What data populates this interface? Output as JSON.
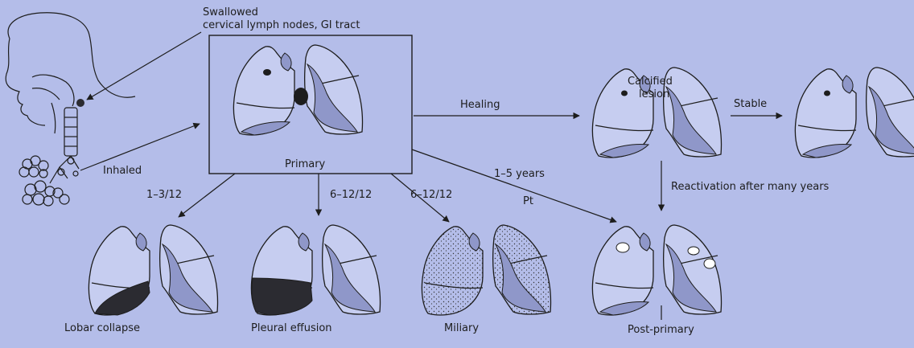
{
  "colors": {
    "background": "#b4bde9",
    "lung_fill": "#c6cdf0",
    "shading": "#8f97c9",
    "dark": "#2b2b31",
    "ink": "#1d1d1d"
  },
  "labels": {
    "swallowed_line1": "Swallowed",
    "swallowed_line2": "cervical lymph nodes, GI tract",
    "inhaled": "Inhaled",
    "primary": "Primary",
    "healing": "Healing",
    "calcified_line1": "Calcified",
    "calcified_line2": "lesion",
    "stable": "Stable",
    "reactivation": "Reactivation after many years",
    "one_to_five_years": "1–5 years",
    "pt": "Pt",
    "time_lobar": "1–3/12",
    "time_pleural": "6–12/12",
    "time_miliary": "6–12/12",
    "lobar_collapse": "Lobar collapse",
    "pleural_effusion": "Pleural effusion",
    "miliary": "Miliary",
    "post_primary": "Post-primary"
  },
  "lung_panels": [
    {
      "id": "primary",
      "features": [
        "ghon-focus",
        "hilar-node"
      ]
    },
    {
      "id": "calcified-lesion",
      "features": [
        "calcified-focus"
      ]
    },
    {
      "id": "stable",
      "features": [
        "calcified-focus"
      ]
    },
    {
      "id": "lobar-collapse",
      "features": [
        "dark-lower-lobe"
      ]
    },
    {
      "id": "pleural-effusion",
      "features": [
        "dark-base-fluid"
      ]
    },
    {
      "id": "miliary",
      "features": [
        "diffuse-stipple"
      ]
    },
    {
      "id": "post-primary",
      "features": [
        "apical-cavities"
      ]
    }
  ]
}
